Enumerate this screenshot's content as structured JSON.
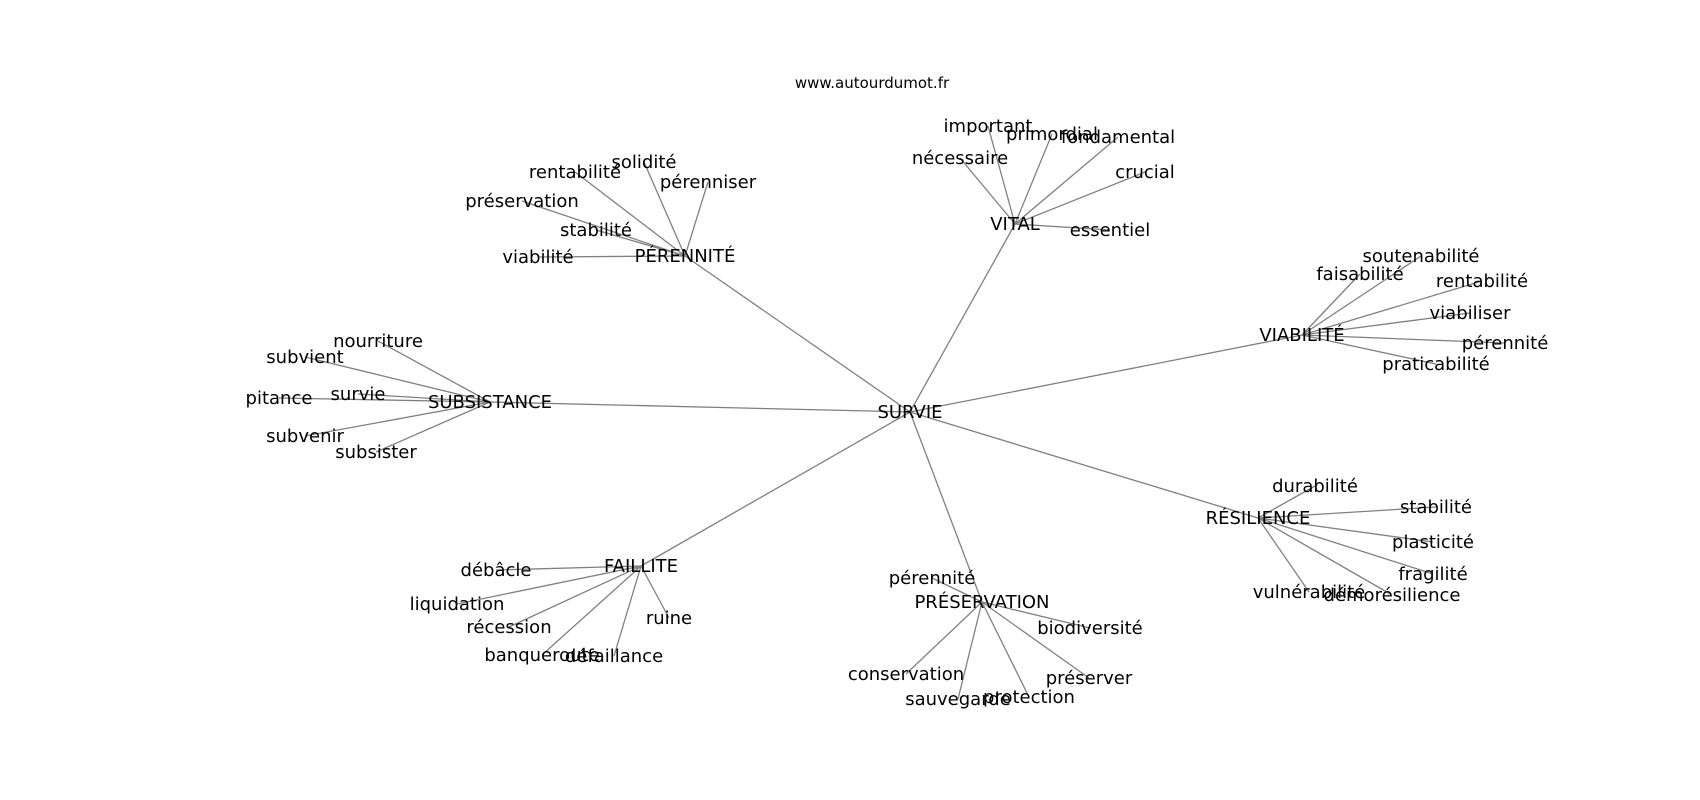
{
  "source": "www.autourdumot.fr",
  "center": "SURVIE",
  "clusters": [
    {
      "hub": "VITAL",
      "words": [
        "nécessaire",
        "important",
        "primordial",
        "fondamental",
        "crucial",
        "essentiel"
      ]
    },
    {
      "hub": "PÉRENNITÉ",
      "words": [
        "rentabilité",
        "solidité",
        "pérenniser",
        "préservation",
        "stabilité",
        "viabilité"
      ]
    },
    {
      "hub": "VIABILITÉ",
      "words": [
        "faisabilité",
        "soutenabilité",
        "rentabilité",
        "viabiliser",
        "pérennité",
        "praticabilité"
      ]
    },
    {
      "hub": "SUBSISTANCE",
      "words": [
        "nourriture",
        "subvient",
        "pitance",
        "survie",
        "subvenir",
        "subsister"
      ]
    },
    {
      "hub": "RÉSILIENCE",
      "words": [
        "durabilité",
        "stabilité",
        "plasticité",
        "fragilité",
        "vulnérabilité",
        "démorésilience"
      ]
    },
    {
      "hub": "FAILLITE",
      "words": [
        "débâcle",
        "liquidation",
        "récession",
        "banqueroute",
        "défaillance",
        "ruine"
      ]
    },
    {
      "hub": "PRÉSERVATION",
      "words": [
        "pérennité",
        "biodiversité",
        "conservation",
        "sauvegarde",
        "protection",
        "préserver"
      ]
    }
  ]
}
